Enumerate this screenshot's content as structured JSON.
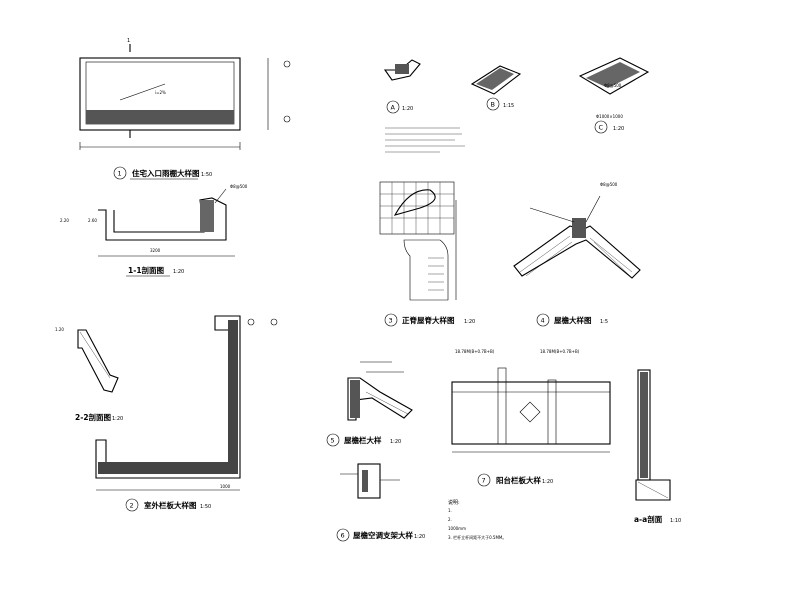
{
  "details": [
    {
      "id": "1",
      "title": "住宅入口雨棚大样图",
      "scale": "1:50"
    },
    {
      "id": "1-1",
      "title": "1-1剖面图",
      "scale": "1:20"
    },
    {
      "id": "2-2",
      "title": "2-2剖面图",
      "scale": "1:20"
    },
    {
      "id": "2",
      "title": "室外栏板大样图",
      "scale": "1:50"
    },
    {
      "id": "A",
      "scale": "1:20"
    },
    {
      "id": "B",
      "scale": "1:15"
    },
    {
      "id": "C",
      "scale": "1:20"
    },
    {
      "id": "3",
      "title": "正脊屋脊大样图",
      "scale": "1:20"
    },
    {
      "id": "4",
      "title": "屋檐大样图",
      "scale": "1:5"
    },
    {
      "id": "5",
      "title": "屋檐栏大样",
      "scale": "1:20"
    },
    {
      "id": "6",
      "title": "屋檐空调支架大样",
      "scale": "1:20"
    },
    {
      "id": "7",
      "title": "阳台栏板大样",
      "scale": "1:20"
    },
    {
      "id": "a-a",
      "title": "a-a剖面",
      "scale": "1:10"
    }
  ],
  "annotations": {
    "tile_spec": "Φ1000×1000",
    "rebar": "Φ8@500",
    "dim_left": "18.78M(B+0.7B+B)",
    "dim_right": "18.78M(B+0.7B+B)",
    "level_1": "2.60",
    "level_2": "2.20",
    "level_3": "1.20",
    "dim_3200": "3200",
    "dim_1000": "1000",
    "note_length": "1000mm",
    "note_head": "说明:",
    "note_1": "1.",
    "note_2": "2.",
    "note_3": "3. 栏杆立杆间距不大于0.5MM。",
    "section_mark": "1"
  }
}
